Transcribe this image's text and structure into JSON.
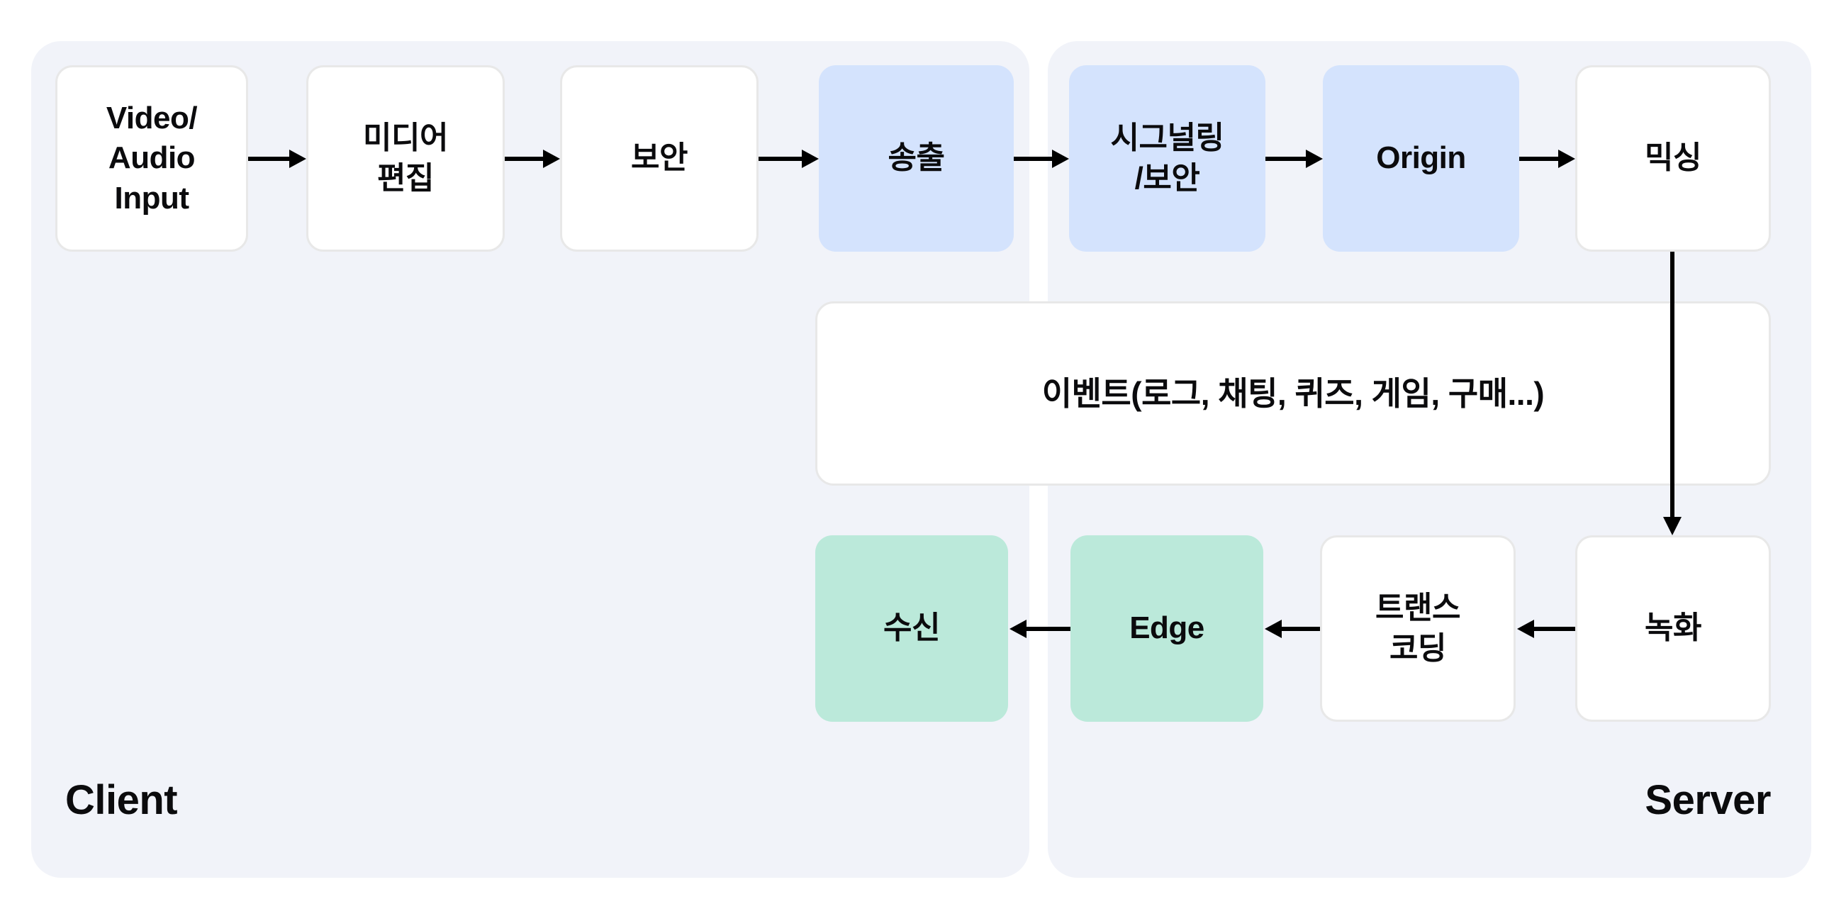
{
  "diagram": {
    "title_not_shown": "",
    "colors": {
      "panel_background": "#f1f3f9",
      "node_white": "#ffffff",
      "node_blue": "#d4e3fd",
      "node_green": "#bbe9da",
      "node_border": "#e8e8e8",
      "text": "#0b0b0d",
      "arrow": "#000000",
      "canvas": "#ffffff"
    },
    "panels": [
      {
        "id": "client",
        "label": "Client",
        "label_position": "bottom-left"
      },
      {
        "id": "server",
        "label": "Server",
        "label_position": "bottom-right"
      }
    ],
    "nodes": [
      {
        "id": "input",
        "label": "Video/\nAudio\nInput",
        "style": "white",
        "panel": "client",
        "row": "top"
      },
      {
        "id": "edit",
        "label": "미디어\n편집",
        "style": "white",
        "panel": "client",
        "row": "top"
      },
      {
        "id": "security",
        "label": "보안",
        "style": "white",
        "panel": "client",
        "row": "top"
      },
      {
        "id": "broadcast",
        "label": "송출",
        "style": "blue",
        "panel": "client",
        "row": "top"
      },
      {
        "id": "signaling",
        "label": "시그널링\n/보안",
        "style": "blue",
        "panel": "server",
        "row": "top"
      },
      {
        "id": "origin",
        "label": "Origin",
        "style": "blue",
        "panel": "server",
        "row": "top"
      },
      {
        "id": "mixing",
        "label": "믹싱",
        "style": "white",
        "panel": "server",
        "row": "top"
      },
      {
        "id": "event",
        "label": "이벤트(로그, 채팅, 퀴즈, 게임, 구매...)",
        "style": "white",
        "panel": "both",
        "row": "middle"
      },
      {
        "id": "receive",
        "label": "수신",
        "style": "green",
        "panel": "client",
        "row": "bottom"
      },
      {
        "id": "edge",
        "label": "Edge",
        "style": "green",
        "panel": "server",
        "row": "bottom"
      },
      {
        "id": "transcode",
        "label": "트랜스\n코딩",
        "style": "white",
        "panel": "server",
        "row": "bottom"
      },
      {
        "id": "record",
        "label": "녹화",
        "style": "white",
        "panel": "server",
        "row": "bottom"
      }
    ],
    "edges": [
      {
        "from": "input",
        "to": "edit",
        "direction": "right"
      },
      {
        "from": "edit",
        "to": "security",
        "direction": "right"
      },
      {
        "from": "security",
        "to": "broadcast",
        "direction": "right"
      },
      {
        "from": "broadcast",
        "to": "signaling",
        "direction": "right"
      },
      {
        "from": "signaling",
        "to": "origin",
        "direction": "right"
      },
      {
        "from": "origin",
        "to": "mixing",
        "direction": "right"
      },
      {
        "from": "mixing",
        "to": "record",
        "direction": "down"
      },
      {
        "from": "record",
        "to": "transcode",
        "direction": "left"
      },
      {
        "from": "transcode",
        "to": "edge",
        "direction": "left"
      },
      {
        "from": "edge",
        "to": "receive",
        "direction": "left"
      }
    ]
  }
}
